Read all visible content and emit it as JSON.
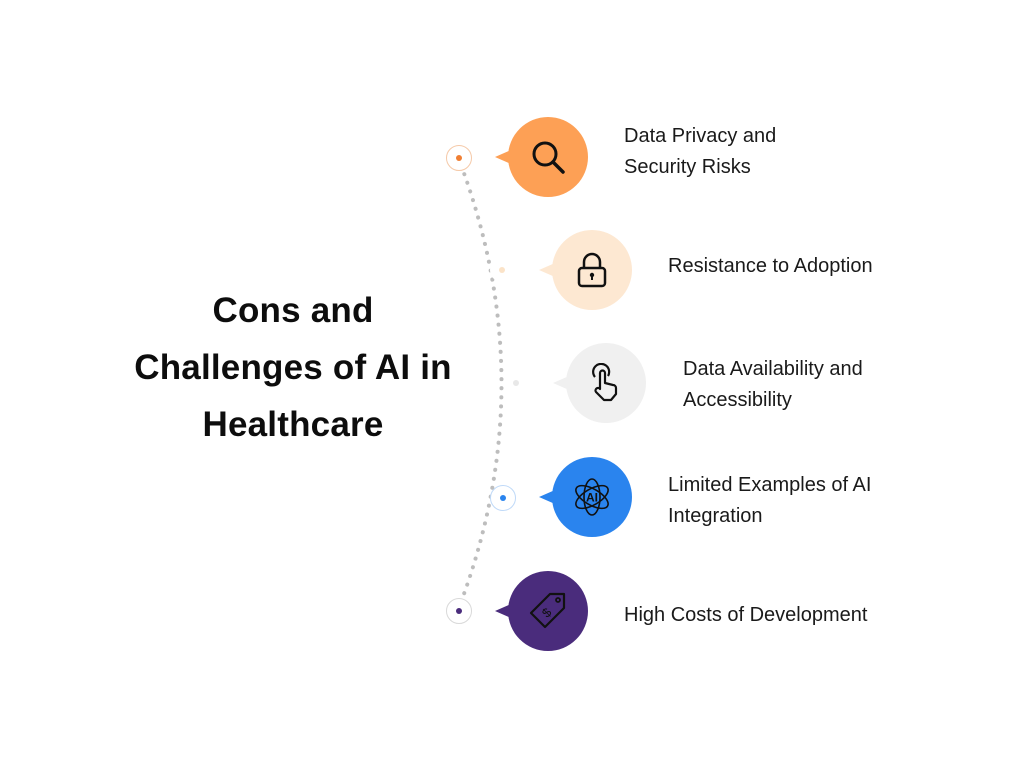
{
  "title": "Cons and Challenges of AI in Healthcare",
  "title_lines": [
    "Cons and",
    "Challenges of AI in",
    "Healthcare"
  ],
  "items": [
    {
      "label_lines": [
        "Data Privacy and",
        "Security Risks"
      ],
      "icon": "magnifier-icon",
      "color": "#FDA055",
      "dot_color": "#F07F33"
    },
    {
      "label_lines": [
        "Resistance to Adoption"
      ],
      "icon": "padlock-icon",
      "color": "#FDE8D2",
      "dot_color": "#FBE3C8"
    },
    {
      "label_lines": [
        "Data Availability and",
        "Accessibility"
      ],
      "icon": "pointing-hand-icon",
      "color": "#F0F0F0",
      "dot_color": "#E8E8E8"
    },
    {
      "label_lines": [
        "Limited Examples of AI",
        "Integration"
      ],
      "icon": "ai-atom-icon",
      "color": "#2A84EE",
      "dot_color": "#2A84EE"
    },
    {
      "label_lines": [
        "High Costs of Development"
      ],
      "icon": "price-tag-icon",
      "color": "#4A2C7C",
      "dot_color": "#4A2C7C"
    }
  ]
}
